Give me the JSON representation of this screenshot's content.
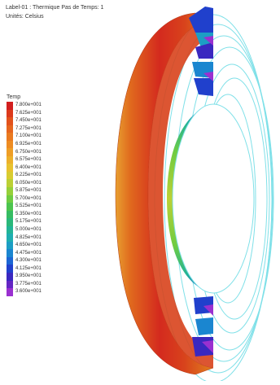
{
  "header": {
    "title": "Label-01 : Thermique Pas de Temps: 1",
    "units": "Unités: Celsius"
  },
  "legend": {
    "title": "Temp",
    "entries": [
      {
        "value": "7.800e+001",
        "color": "#d21e1e"
      },
      {
        "value": "7.625e+001",
        "color": "#dc3a1c"
      },
      {
        "value": "7.450e+001",
        "color": "#e2521c"
      },
      {
        "value": "7.275e+001",
        "color": "#e6661e"
      },
      {
        "value": "7.100e+001",
        "color": "#ea7a20"
      },
      {
        "value": "6.925e+001",
        "color": "#ee8c22"
      },
      {
        "value": "6.750e+001",
        "color": "#ee9e26"
      },
      {
        "value": "6.575e+001",
        "color": "#ecb02a"
      },
      {
        "value": "6.400e+001",
        "color": "#e8c22e"
      },
      {
        "value": "6.225e+001",
        "color": "#d8cc30"
      },
      {
        "value": "6.050e+001",
        "color": "#bcd034"
      },
      {
        "value": "5.875e+001",
        "color": "#96d03a"
      },
      {
        "value": "5.700e+001",
        "color": "#6ecc42"
      },
      {
        "value": "5.525e+001",
        "color": "#4cc44e"
      },
      {
        "value": "5.350e+001",
        "color": "#36bc62"
      },
      {
        "value": "5.175e+001",
        "color": "#2ab87a"
      },
      {
        "value": "5.000e+001",
        "color": "#22b496"
      },
      {
        "value": "4.825e+001",
        "color": "#1eaeb0"
      },
      {
        "value": "4.650e+001",
        "color": "#1c9ec4"
      },
      {
        "value": "4.475e+001",
        "color": "#1a86d0"
      },
      {
        "value": "4.300e+001",
        "color": "#1c66d4"
      },
      {
        "value": "4.125e+001",
        "color": "#2040cc"
      },
      {
        "value": "3.950e+001",
        "color": "#3a28c0"
      },
      {
        "value": "3.775e+001",
        "color": "#6426c4"
      },
      {
        "value": "3.600e+001",
        "color": "#9a30d0"
      }
    ]
  },
  "mesh_color": "#7fe0e8"
}
